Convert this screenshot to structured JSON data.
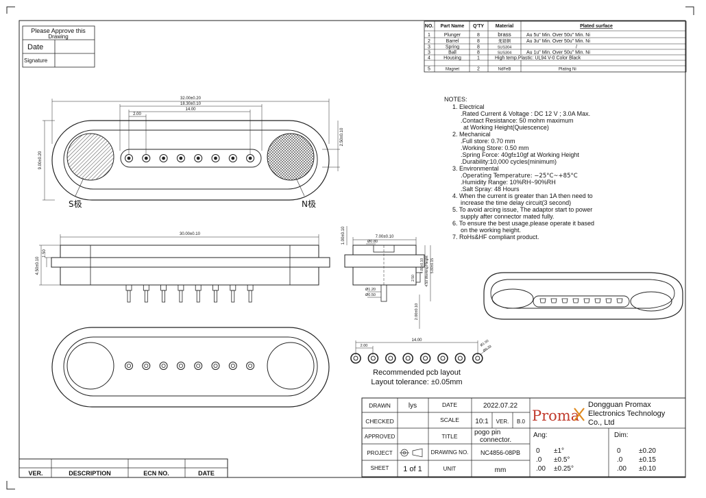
{
  "approve_box": {
    "title_line1": "Please Approve this",
    "title_line2": "Drawing",
    "date_label": "Date",
    "signature_label": "Signature"
  },
  "bom": {
    "headers": [
      "NO.",
      "Part Name",
      "Q'TY",
      "Material",
      "Plated surface"
    ],
    "rows": [
      {
        "no": "1",
        "part": "Plunger",
        "qty": "8",
        "material": "brass",
        "surface": "Au 5u\" Min. Over 50u\" Min. Ni"
      },
      {
        "no": "2",
        "part": "Barrel",
        "qty": "8",
        "material": "无铅铜",
        "surface": "Au 3u\" Min. Over 50u\" Min. Ni"
      },
      {
        "no": "3",
        "part": "Spring",
        "qty": "8",
        "material": "SUS304",
        "surface": "/"
      },
      {
        "no": "3",
        "part": "Ball",
        "qty": "8",
        "material": "SUS304",
        "surface": "Au 1u\" Min. Over 50u\" Min. Ni"
      },
      {
        "no": "4",
        "part": "Housing",
        "qty": "1",
        "material": "High temp.Plastic: UL94 V-0 Color Black",
        "surface": ""
      },
      {
        "no": "5",
        "part": "Magnet",
        "qty": "2",
        "material": "NdFeB",
        "surface": "Plating Ni"
      }
    ]
  },
  "notes": {
    "title": "NOTES:",
    "lines": [
      "1. Electrical",
      ".Rated Current & Voltage : DC 12 V ; 3.0A Max.",
      ".Contact Resistance: 50 mohm maximum",
      "at Working Height(Quiescence)",
      "2. Mechanical",
      ".Full store: 0.70 mm",
      ".Working Store: 0.50 mm",
      ".Spring Force: 40gf±10gf at Working Height",
      ".Durability:10,000 cycles(minimum)",
      "3. Environmental",
      ".Operating Temperature: −25°C~+85°C",
      ".Humidity Range: 10%RH~90%RH",
      ".Salt Spray: 48 Hours",
      "4. When the current is greater than 1A then need to",
      "increase the time delay circuit(3 second)",
      "5. To avoid arcing issue, The adaptor start to power",
      "supply after connector mated fully.",
      "6. To ensure the best usage,please operate it based",
      "on the working height.",
      "7. RoHs&HF compliant product."
    ]
  },
  "top_view": {
    "dim_overall": "32.00±0.20",
    "dim_span": "18.30±0.10",
    "dim_pins": "14.00",
    "dim_pitch": "2.00",
    "dim_height": "9.00±0.20",
    "dim_slot": "2.50±0.10",
    "label_s": "S极",
    "label_n": "N极"
  },
  "side_view": {
    "dim_width": "30.00±0.10",
    "dim_h1": "4.50±0.10",
    "dim_h2": "1.50"
  },
  "end_view": {
    "dim_top": "1.00±0.10",
    "dim_width": "7.00±0.10",
    "dim_inner": "Ø0.80",
    "dim_ball": "Ø1.20",
    "dim_tip": "Ø0.50",
    "dim_a": "2.50",
    "dim_b": "4.50 Working Height",
    "dim_c": "4.80±0.10",
    "dim_d": "5.80±0.15",
    "dim_e": "2.00±0.10"
  },
  "pcb": {
    "dim_total": "14.00",
    "dim_pitch": "2.00",
    "dim_hole1": "Ø1.50",
    "dim_hole2": "Ø0.70",
    "title": "Recommended pcb layout",
    "tolerance": "Layout tolerance: ±0.05mm"
  },
  "title_block": {
    "drawn_label": "DRAWN",
    "drawn_value": "lys",
    "date_label": "DATE",
    "date_value": "2022.07.22",
    "checked_label": "CHECKED",
    "scale_label": "SCALE",
    "scale_value": "10:1",
    "ver_label": "VER.",
    "ver_value": "B.0",
    "approved_label": "APPROVED",
    "title_label": "TITLE",
    "title_value_1": "pogo pin",
    "title_value_2": "connector.",
    "project_label": "PROJECT",
    "drawing_no_label": "DRAWING NO.",
    "drawing_no_value": "NC4856-08PB",
    "sheet_label": "SHEET",
    "sheet_value": "1 of 1",
    "unit_label": "UNIT",
    "unit_value": "mm",
    "logo_text": "Proma",
    "company_1": "Dongguan Promax",
    "company_2": "Electronics Technology",
    "company_3": "Co., Ltd",
    "ang_label": "Ang:",
    "ang_rows": [
      [
        "0",
        "±1°"
      ],
      [
        ".0",
        "±0.5°"
      ],
      [
        ".00",
        "±0.25°"
      ]
    ],
    "dim_label": "Dim:",
    "dim_rows": [
      [
        "0",
        "±0.20"
      ],
      [
        ".0",
        "±0.15"
      ],
      [
        ".00",
        "±0.10"
      ]
    ]
  },
  "revision_block": {
    "ver": "VER.",
    "description": "DESCRIPTION",
    "ecn": "ECN NO.",
    "date": "DATE"
  },
  "colors": {
    "line": "#222222",
    "logo": "#c0392b",
    "accent": "#e08a1e"
  }
}
